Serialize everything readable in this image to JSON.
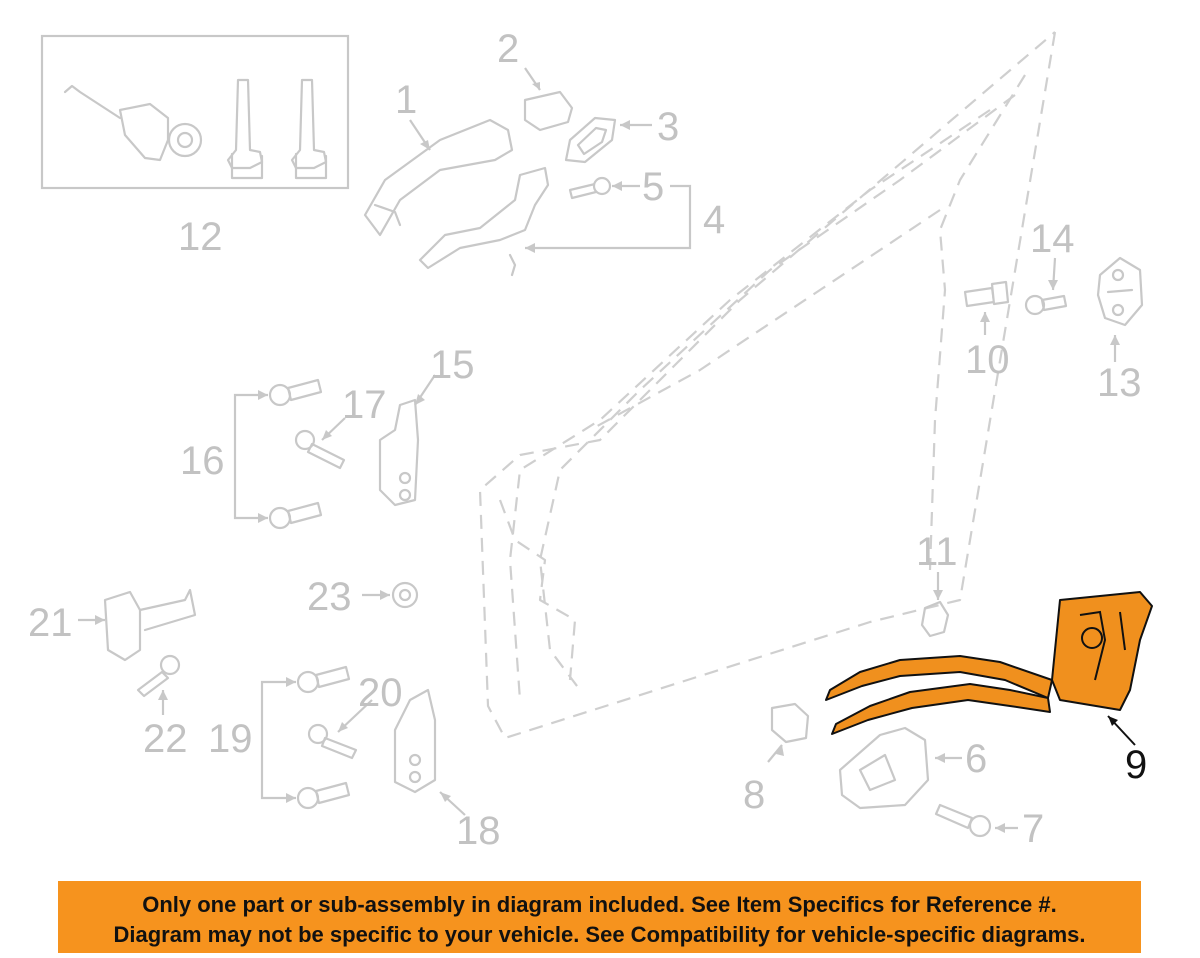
{
  "callouts": {
    "c1": "1",
    "c2": "2",
    "c3": "3",
    "c4": "4",
    "c5": "5",
    "c6": "6",
    "c7": "7",
    "c8": "8",
    "c9": "9",
    "c10": "10",
    "c11": "11",
    "c12": "12",
    "c13": "13",
    "c14": "14",
    "c15": "15",
    "c16": "16",
    "c17": "17",
    "c18": "18",
    "c19": "19",
    "c20": "20",
    "c21": "21",
    "c22": "22",
    "c23": "23"
  },
  "highlighted_callout": "9",
  "colors": {
    "highlight": "#f0901e",
    "banner": "#f6931e",
    "part_gray": "#c8c8c8"
  },
  "banner": {
    "line1": "Only one part or sub-assembly in diagram included. See Item Specifics for Reference #.",
    "line2": "Diagram may not be specific to your vehicle. See Compatibility for vehicle-specific diagrams."
  }
}
